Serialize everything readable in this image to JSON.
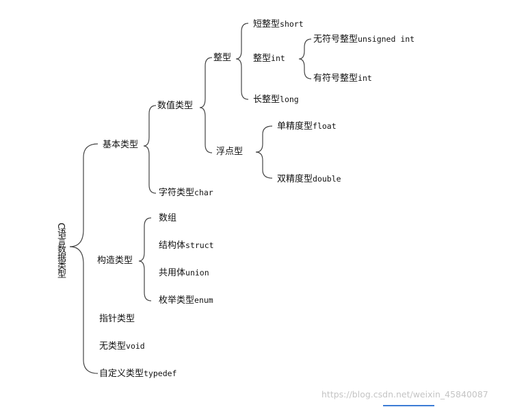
{
  "root": "C语言数据类型",
  "nodes": {
    "basic": "基本类型",
    "numeric": "数值类型",
    "integer": "整型",
    "short_cn": "短整型",
    "short_en": "short",
    "int_cn": "整型",
    "int_en": "int",
    "unsigned_cn": "无符号整型",
    "unsigned_en": "unsigned int",
    "signed_cn": "有符号整型",
    "signed_en": "int",
    "long_cn": "长整型",
    "long_en": "long",
    "float_group": "浮点型",
    "float_cn": "单精度型",
    "float_en": "float",
    "double_cn": "双精度型",
    "double_en": "double",
    "char_cn": "字符类型",
    "char_en": "char",
    "construct": "构造类型",
    "array": "数组",
    "struct_cn": "结构体",
    "struct_en": "struct",
    "union_cn": "共用体",
    "union_en": "union",
    "enum_cn": "枚举类型",
    "enum_en": "enum",
    "pointer": "指针类型",
    "void_cn": "无类型",
    "void_en": "void",
    "typedef_cn": "自定义类型",
    "typedef_en": "typedef"
  },
  "watermark": "https://blog.csdn.net/weixin_45840087"
}
